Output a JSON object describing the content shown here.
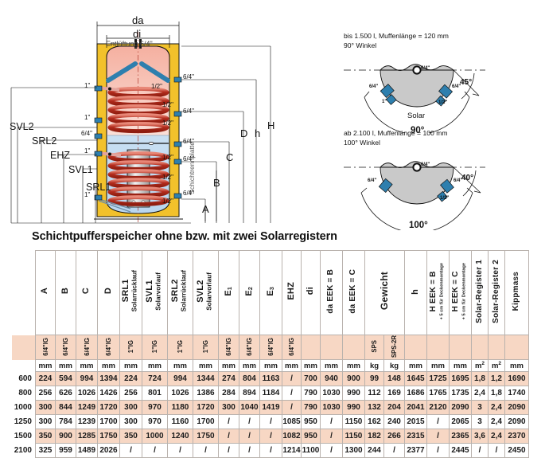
{
  "title": "Schichtpufferspeicher ohne bzw. mit zwei Solarregistern",
  "diagram": {
    "top_labels": {
      "da": "da",
      "di": "di",
      "vent": "Entlüftung 6/4\""
    },
    "left_labels": [
      "SVL2",
      "SRL2",
      "EHZ",
      "SVL1",
      "SRL1"
    ],
    "right_labels": [
      "A",
      "B",
      "C",
      "D",
      "h",
      "H"
    ],
    "plate_label": "Schichtrennplatte",
    "port_sizes": [
      "1\"",
      "6/4\"",
      "1/2\""
    ]
  },
  "insets": [
    {
      "caption_line1": "bis 1.500 l, Muffenlänge = 120 mm",
      "caption_line2": "90° Winkel",
      "angle_main": "90°",
      "angle_side": "45°",
      "center_label": "6/4\"",
      "solar_label": "Solar",
      "port_left": "6/4\"",
      "port_left2": "1\"",
      "port_right": "6/4\"",
      "port_right2": "1/2\""
    },
    {
      "caption_line1": "ab 2.100 l, Muffenlänge = 100 mm",
      "caption_line2": "100° Winkel",
      "angle_main": "100°",
      "angle_side": "40°",
      "center_label": "6/4\"",
      "solar_label": "",
      "port_left": "6/4\"",
      "port_left2": "",
      "port_right": "6/4\"",
      "port_right2": "1/2\""
    }
  ],
  "table": {
    "headers": [
      {
        "main": "A",
        "sub": "",
        "tiny": "",
        "thread": "6/4\"IG",
        "unit": "mm"
      },
      {
        "main": "B",
        "sub": "",
        "tiny": "",
        "thread": "6/4\"IG",
        "unit": "mm"
      },
      {
        "main": "C",
        "sub": "",
        "tiny": "",
        "thread": "6/4\"IG",
        "unit": "mm"
      },
      {
        "main": "D",
        "sub": "",
        "tiny": "",
        "thread": "6/4\"IG",
        "unit": "mm"
      },
      {
        "main": "SRL1",
        "sub": "Solarrücklauf",
        "tiny": "",
        "thread": "1\"IG",
        "unit": "mm"
      },
      {
        "main": "SVL1",
        "sub": "Solarvorlauf",
        "tiny": "",
        "thread": "1\"IG",
        "unit": "mm"
      },
      {
        "main": "SRL2",
        "sub": "Solarrücklauf",
        "tiny": "",
        "thread": "1\"IG",
        "unit": "mm"
      },
      {
        "main": "SVL2",
        "sub": "Solarvorlauf",
        "tiny": "",
        "thread": "1\"IG",
        "unit": "mm"
      },
      {
        "main": "E₁",
        "sub": "",
        "tiny": "",
        "thread": "6/4\"IG",
        "unit": "mm"
      },
      {
        "main": "E₂",
        "sub": "",
        "tiny": "",
        "thread": "6/4\"IG",
        "unit": "mm"
      },
      {
        "main": "E₃",
        "sub": "",
        "tiny": "",
        "thread": "6/4\"IG",
        "unit": "mm"
      },
      {
        "main": "EHZ",
        "sub": "",
        "tiny": "",
        "thread": "6/4\"IG",
        "unit": "mm"
      },
      {
        "main": "di",
        "sub": "",
        "tiny": "",
        "thread": "",
        "unit": "mm"
      },
      {
        "main": "da EEK = B",
        "sub": "",
        "tiny": "",
        "thread": "",
        "unit": "mm"
      },
      {
        "main": "da EEK = C",
        "sub": "",
        "tiny": "",
        "thread": "",
        "unit": "mm"
      },
      {
        "main": "Gewicht",
        "sub": "",
        "tiny": "",
        "thread": "SPS",
        "unit": "kg"
      },
      {
        "main": "",
        "sub": "",
        "tiny": "",
        "thread": "SPS-2R",
        "unit": "kg"
      },
      {
        "main": "h",
        "sub": "",
        "tiny": "",
        "thread": "",
        "unit": "mm"
      },
      {
        "main": "H EEK = B",
        "sub": "",
        "tiny": "+ 5 cm für Deckenmontage",
        "thread": "",
        "unit": "mm"
      },
      {
        "main": "H EEK = C",
        "sub": "",
        "tiny": "+ 5 cm für Deckenmontage",
        "thread": "",
        "unit": "mm"
      },
      {
        "main": "Solar-Register 1",
        "sub": "",
        "tiny": "",
        "thread": "",
        "unit": "m²"
      },
      {
        "main": "Solar-Register 2",
        "sub": "",
        "tiny": "",
        "thread": "",
        "unit": "m²"
      },
      {
        "main": "Kippmass",
        "sub": "",
        "tiny": "",
        "thread": "",
        "unit": "mm"
      }
    ],
    "gewicht_group": "Gewicht",
    "rows": [
      {
        "label": "600",
        "values": [
          "224",
          "594",
          "994",
          "1394",
          "224",
          "724",
          "994",
          "1344",
          "274",
          "804",
          "1163",
          "/",
          "700",
          "940",
          "900",
          "99",
          "148",
          "1645",
          "1725",
          "1695",
          "1,8",
          "1,2",
          "1690"
        ]
      },
      {
        "label": "800",
        "values": [
          "256",
          "626",
          "1026",
          "1426",
          "256",
          "801",
          "1026",
          "1386",
          "284",
          "894",
          "1184",
          "/",
          "790",
          "1030",
          "990",
          "112",
          "169",
          "1686",
          "1765",
          "1735",
          "2,4",
          "1,8",
          "1740"
        ]
      },
      {
        "label": "1000",
        "values": [
          "300",
          "844",
          "1249",
          "1720",
          "300",
          "970",
          "1180",
          "1720",
          "300",
          "1040",
          "1419",
          "/",
          "790",
          "1030",
          "990",
          "132",
          "204",
          "2041",
          "2120",
          "2090",
          "3",
          "2,4",
          "2090"
        ]
      },
      {
        "label": "1250",
        "values": [
          "300",
          "784",
          "1239",
          "1700",
          "300",
          "970",
          "1160",
          "1700",
          "/",
          "/",
          "/",
          "1085",
          "950",
          "/",
          "1150",
          "162",
          "240",
          "2015",
          "/",
          "2065",
          "3",
          "2,4",
          "2090"
        ]
      },
      {
        "label": "1500",
        "values": [
          "350",
          "900",
          "1285",
          "1750",
          "350",
          "1000",
          "1240",
          "1750",
          "/",
          "/",
          "/",
          "1082",
          "950",
          "/",
          "1150",
          "182",
          "266",
          "2315",
          "/",
          "2365",
          "3,6",
          "2,4",
          "2370"
        ]
      },
      {
        "label": "2100",
        "values": [
          "325",
          "959",
          "1489",
          "2026",
          "/",
          "/",
          "/",
          "/",
          "/",
          "/",
          "/",
          "1214",
          "1100",
          "/",
          "1300",
          "244",
          "/",
          "2377",
          "/",
          "2445",
          "/",
          "/",
          "2450"
        ]
      }
    ]
  },
  "colors": {
    "row_shade": "#f7d7c4",
    "border": "#b9b2ad",
    "tank_shell": "#f2c12b",
    "tank_hot": "#f0a89a",
    "tank_cold": "#bcd9f0",
    "coil": "#c0392b",
    "pipe_blue": "#2e7fae"
  }
}
